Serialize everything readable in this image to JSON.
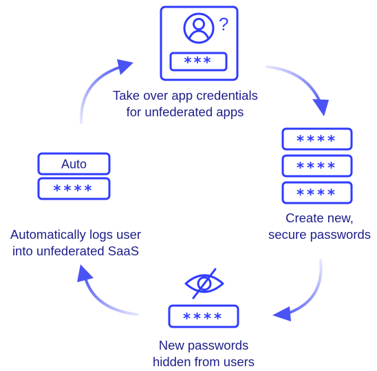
{
  "colors": {
    "icon_blue": "#2f3bff",
    "text_navy": "#1c1d8a",
    "arrow_light": "#dfe1fb",
    "arrow_dark": "#4650f2"
  },
  "steps": [
    {
      "icon": "user-credentials-icon",
      "question_mark": "?",
      "masked_value": "***",
      "caption_lines": [
        "Take over app credentials",
        "for unfederated apps"
      ]
    },
    {
      "icon": "password-stack-icon",
      "masked_values": [
        "****",
        "****",
        "****"
      ],
      "caption_lines": [
        "Create new,",
        "secure passwords"
      ]
    },
    {
      "icon": "eye-slash-icon",
      "masked_value": "****",
      "caption_lines": [
        "New passwords",
        "hidden from users"
      ]
    },
    {
      "icon": "auto-login-icon",
      "auto_label": "Auto",
      "masked_value": "****",
      "caption_lines": [
        "Automatically logs user",
        "into unfederated SaaS"
      ]
    }
  ]
}
